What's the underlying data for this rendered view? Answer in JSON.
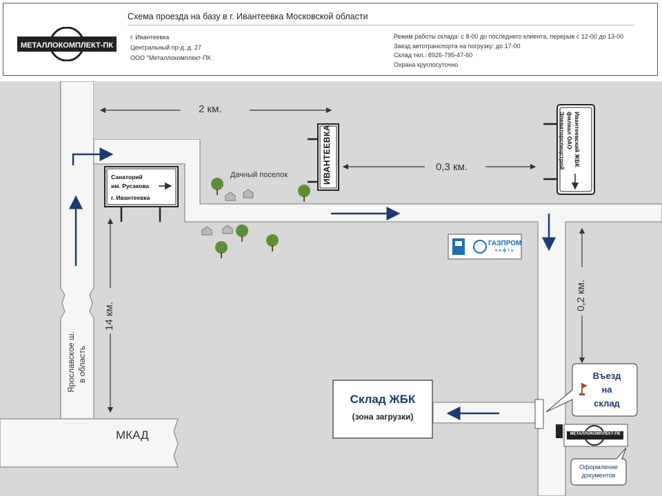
{
  "header": {
    "title": "Схема проезда на базу в г. Ивантеевка Московской области",
    "logo_text": "МЕТАЛЛОКОМПЛЕКТ-ПК",
    "address": [
      "г. Ивантеевка",
      "Центральный пр-д. д. 27",
      "ООО \"Металлокомплект-ПК"
    ],
    "work_info": [
      "Режим работы склада: с 8-00 до последнего клиента, перерыв с 12-00 до 13-00",
      "Заезд автотранспорта на погрузку: до 17-00",
      "Склад тел.: 8926-795-47-60",
      "Охрана круглосуточно"
    ]
  },
  "map": {
    "road_labels": {
      "mkad": "МКАД",
      "yaroslavskoe_line1": "Ярославское ш.",
      "yaroslavskoe_line2": "в область"
    },
    "distances": {
      "d2km": "2 км.",
      "d03km": "0,3 км.",
      "d14km": "14 км.",
      "d02km": "0,2 км."
    },
    "signs": {
      "ivanteevka": "ИВАНТЕЕВКА",
      "sanatorium": [
        "Санаторий",
        "им. Русакова",
        "г. Ивантеевка"
      ],
      "zhbk": [
        "Ивантеевский ЖБК",
        "филиал ОАО",
        "Элеваторспецстрой"
      ]
    },
    "dachny": "Дачный поселок",
    "gas_station": {
      "brand": "ГАЗПРОМ",
      "sub": "нефть"
    },
    "warehouse": {
      "title": "Склад ЖБК",
      "subtitle": "(зона загрузки)"
    },
    "entry_bubble": [
      "Въезд",
      "на",
      "склад"
    ],
    "office_logo_text": "МЕТАЛЛОКОМПЛЕКТ-ПК",
    "docs_bubble": [
      "Оформление",
      "документов"
    ]
  },
  "colors": {
    "road": "#f6f6f6",
    "ground": "#d8d8d8",
    "arrow": "#1c3a73",
    "tree": "#5c8f3a"
  }
}
